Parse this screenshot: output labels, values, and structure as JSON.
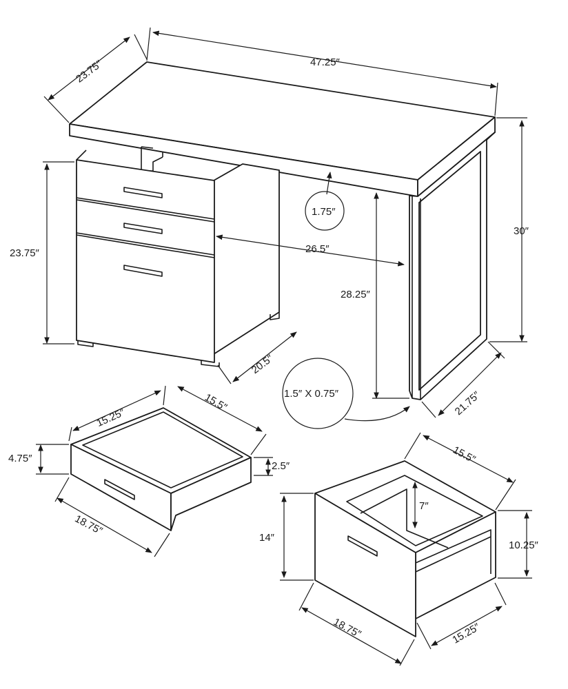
{
  "desk": {
    "top_width": "47.25″",
    "top_depth": "23.75″",
    "height": "30″",
    "top_thickness": "1.75″",
    "cabinet_height": "23.75″",
    "kneehole_width": "26.5″",
    "kneehole_height": "28.25″",
    "cabinet_depth": "20.5″",
    "leg_depth": "21.75″",
    "leg_profile": "1.5″ X 0.75″"
  },
  "small_drawer": {
    "interior_width": "15.25″",
    "interior_depth": "15.5″",
    "front_height": "4.75″",
    "interior_height": "2.5″",
    "front_width": "18.75″"
  },
  "file_drawer": {
    "interior_depth": "15.5″",
    "front_height": "14″",
    "upper_height": "7″",
    "box_height": "10.25″",
    "front_width": "18.75″",
    "interior_width": "15.25″"
  }
}
